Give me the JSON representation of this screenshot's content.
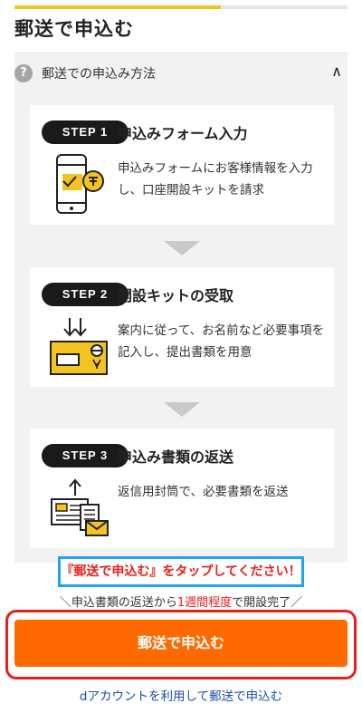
{
  "colors": {
    "progress": "#f3c321",
    "cta": "#ff6a00",
    "notice_border": "#1ea4f0",
    "highlight": "#e8201b",
    "link": "#1a4fae"
  },
  "progress": 0.62,
  "page_title": "郵送で申込む",
  "accordion": {
    "icon": "question-icon",
    "icon_glyph": "?",
    "label": "郵送での申込み方法",
    "chevron": "∧",
    "chevron_icon": "chevron-up-icon"
  },
  "steps": [
    {
      "badge": "STEP 1",
      "title": "申込みフォーム入力",
      "desc": "申込みフォームにお客様情報を入力し、口座開設キットを請求",
      "icon": "smartphone-form-icon"
    },
    {
      "badge": "STEP 2",
      "title": "開設キットの受取",
      "desc": "案内に従って、お名前など必要事項を記入し、提出書類を用意",
      "icon": "envelope-receive-icon"
    },
    {
      "badge": "STEP 3",
      "title": "申込み書類の返送",
      "desc": "返信用封筒で、必要書類を返送",
      "icon": "documents-return-icon"
    }
  ],
  "notice": "『郵送で申込む』をタップしてください！",
  "sub": {
    "pre": "＼申込書類の返送から",
    "highlight": "1週間程度",
    "post": "で開設完了／"
  },
  "cta_label": "郵送で申込む",
  "dlink": "dアカウントを利用して郵送で申込む"
}
